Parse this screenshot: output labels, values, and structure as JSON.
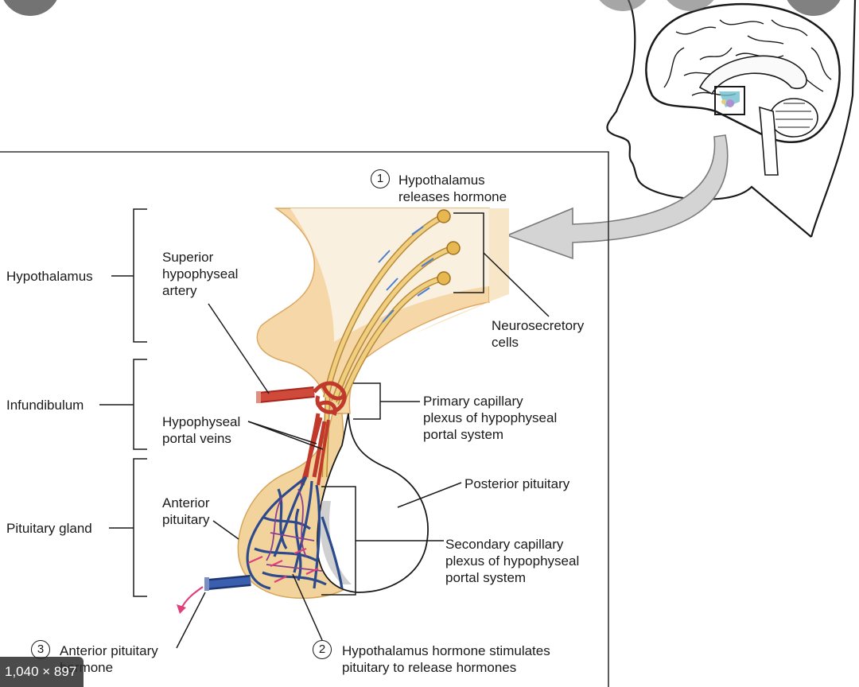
{
  "labels": {
    "hypothalamus": "Hypothalamus",
    "infundibulum": "Infundibulum",
    "pituitary_gland": "Pituitary gland",
    "superior_hypophyseal_artery": "Superior\nhypophyseal\nartery",
    "hypophyseal_portal_veins": "Hypophyseal\nportal veins",
    "anterior_pituitary": "Anterior\npituitary",
    "neurosecretory_cells": "Neurosecretory\ncells",
    "primary_capillary_plexus": "Primary capillary\nplexus of hypophyseal\nportal system",
    "posterior_pituitary": "Posterior pituitary",
    "secondary_capillary_plexus": "Secondary capillary\nplexus of hypophyseal\nportal system"
  },
  "steps": [
    {
      "number": "1",
      "text": "Hypothalamus\nreleases hormone"
    },
    {
      "number": "2",
      "text": "Hypothalamus hormone stimulates\npituitary to release hormones"
    },
    {
      "number": "3",
      "text": "Anterior pituitary\nhormone"
    }
  ],
  "image_dimensions": "1,040 × 897",
  "colors": {
    "tissue": "#f7dcae",
    "tissue_outline": "#d9a865",
    "artery": "#c0392b",
    "vein": "#2c4a8c",
    "capillary_purple": "#8a3f8f",
    "neuron": "#e9c46a",
    "arrow_gray": "#c9c9c9",
    "flow_blue": "#4a7fd0",
    "hormone_pink": "#e0407a"
  }
}
